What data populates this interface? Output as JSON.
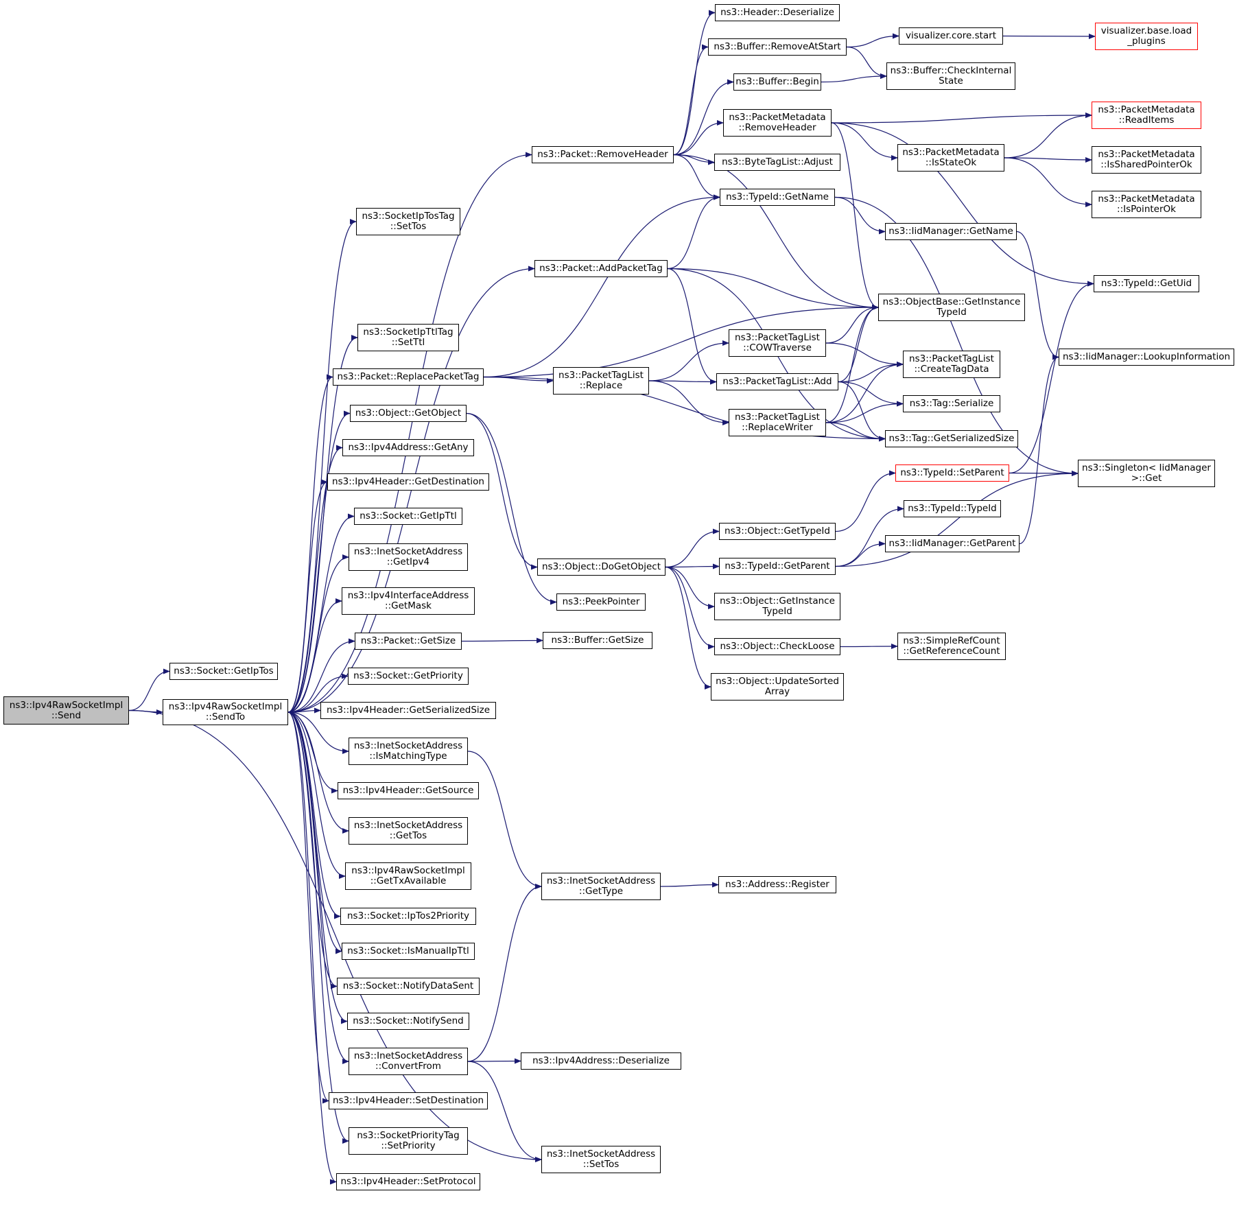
{
  "graph": {
    "edge_color": "#191970",
    "root_fill": "#bfbfbf",
    "truncated_border": "#ff0000",
    "nodes": {
      "send": {
        "lines": [
          "ns3::Ipv4RawSocketImpl",
          "::Send"
        ],
        "root": true
      },
      "getIpTos": {
        "lines": [
          "ns3::Socket::GetIpTos"
        ]
      },
      "sendTo": {
        "lines": [
          "ns3::Ipv4RawSocketImpl",
          "::SendTo"
        ]
      },
      "tosTagSetTos": {
        "lines": [
          "ns3::SocketIpTosTag",
          "::SetTos"
        ]
      },
      "ttlTagSetTtl": {
        "lines": [
          "ns3::SocketIpTtlTag",
          "::SetTtl"
        ]
      },
      "replacePacketTag": {
        "lines": [
          "ns3::Packet::ReplacePacketTag"
        ]
      },
      "getObject": {
        "lines": [
          "ns3::Object::GetObject"
        ]
      },
      "ipv4GetAny": {
        "lines": [
          "ns3::Ipv4Address::GetAny"
        ]
      },
      "hdrGetDestination": {
        "lines": [
          "ns3::Ipv4Header::GetDestination"
        ]
      },
      "sockGetIpTtl": {
        "lines": [
          "ns3::Socket::GetIpTtl"
        ]
      },
      "inetGetIpv4": {
        "lines": [
          "ns3::InetSocketAddress",
          "::GetIpv4"
        ]
      },
      "ifaceGetMask": {
        "lines": [
          "ns3::Ipv4InterfaceAddress",
          "::GetMask"
        ]
      },
      "pktGetSize": {
        "lines": [
          "ns3::Packet::GetSize"
        ]
      },
      "sockGetPriority": {
        "lines": [
          "ns3::Socket::GetPriority"
        ]
      },
      "hdrGetSerializedSize": {
        "lines": [
          "ns3::Ipv4Header::GetSerializedSize"
        ]
      },
      "inetIsMatchingType": {
        "lines": [
          "ns3::InetSocketAddress",
          "::IsMatchingType"
        ]
      },
      "hdrGetSource": {
        "lines": [
          "ns3::Ipv4Header::GetSource"
        ]
      },
      "inetGetTos": {
        "lines": [
          "ns3::InetSocketAddress",
          "::GetTos"
        ]
      },
      "rawGetTxAvailable": {
        "lines": [
          "ns3::Ipv4RawSocketImpl",
          "::GetTxAvailable"
        ]
      },
      "ipTos2Priority": {
        "lines": [
          "ns3::Socket::IpTos2Priority"
        ]
      },
      "isManualIpTtl": {
        "lines": [
          "ns3::Socket::IsManualIpTtl"
        ]
      },
      "notifyDataSent": {
        "lines": [
          "ns3::Socket::NotifyDataSent"
        ]
      },
      "notifySend": {
        "lines": [
          "ns3::Socket::NotifySend"
        ]
      },
      "inetConvertFrom": {
        "lines": [
          "ns3::InetSocketAddress",
          "::ConvertFrom"
        ]
      },
      "hdrSetDestination": {
        "lines": [
          "ns3::Ipv4Header::SetDestination"
        ]
      },
      "prioTagSetPriority": {
        "lines": [
          "ns3::SocketPriorityTag",
          "::SetPriority"
        ]
      },
      "hdrSetProtocol": {
        "lines": [
          "ns3::Ipv4Header::SetProtocol"
        ]
      },
      "removeHeader": {
        "lines": [
          "ns3::Packet::RemoveHeader"
        ]
      },
      "addPacketTag": {
        "lines": [
          "ns3::Packet::AddPacketTag"
        ]
      },
      "ptlReplace": {
        "lines": [
          "ns3::PacketTagList",
          "::Replace"
        ]
      },
      "doGetObject": {
        "lines": [
          "ns3::Object::DoGetObject"
        ]
      },
      "peekPointer": {
        "lines": [
          "ns3::PeekPointer"
        ]
      },
      "bufGetSize": {
        "lines": [
          "ns3::Buffer::GetSize"
        ]
      },
      "inetGetType": {
        "lines": [
          "ns3::InetSocketAddress",
          "::GetType"
        ]
      },
      "ipv4Deserialize": {
        "lines": [
          "ns3::Ipv4Address::Deserialize"
        ]
      },
      "inetSetTos": {
        "lines": [
          "ns3::InetSocketAddress",
          "::SetTos"
        ]
      },
      "headerDeserialize": {
        "lines": [
          "ns3::Header::Deserialize"
        ]
      },
      "bufRemoveAtStart": {
        "lines": [
          "ns3::Buffer::RemoveAtStart"
        ]
      },
      "bufBegin": {
        "lines": [
          "ns3::Buffer::Begin"
        ]
      },
      "pmRemoveHeader": {
        "lines": [
          "ns3::PacketMetadata",
          "::RemoveHeader"
        ]
      },
      "btlAdjust": {
        "lines": [
          "ns3::ByteTagList::Adjust"
        ]
      },
      "typeIdGetName": {
        "lines": [
          "ns3::TypeId::GetName"
        ]
      },
      "ptlCowTraverse": {
        "lines": [
          "ns3::PacketTagList",
          "::COWTraverse"
        ]
      },
      "ptlAdd": {
        "lines": [
          "ns3::PacketTagList::Add"
        ]
      },
      "ptlReplaceWriter": {
        "lines": [
          "ns3::PacketTagList",
          "::ReplaceWriter"
        ]
      },
      "objGetTypeId": {
        "lines": [
          "ns3::Object::GetTypeId"
        ]
      },
      "typeIdGetParent": {
        "lines": [
          "ns3::TypeId::GetParent"
        ]
      },
      "objGetInstanceTypeId": {
        "lines": [
          "ns3::Object::GetInstance",
          "TypeId"
        ]
      },
      "objCheckLoose": {
        "lines": [
          "ns3::Object::CheckLoose"
        ]
      },
      "objUpdateSortedArray": {
        "lines": [
          "ns3::Object::UpdateSorted",
          "Array"
        ]
      },
      "addrRegister": {
        "lines": [
          "ns3::Address::Register"
        ]
      },
      "vizCoreStart": {
        "lines": [
          "visualizer.core.start"
        ]
      },
      "bufCheckInternalState": {
        "lines": [
          "ns3::Buffer::CheckInternal",
          "State"
        ]
      },
      "pmIsStateOk": {
        "lines": [
          "ns3::PacketMetadata",
          "::IsStateOk"
        ]
      },
      "iidGetName": {
        "lines": [
          "ns3::IidManager::GetName"
        ]
      },
      "obGetInstanceTypeId": {
        "lines": [
          "ns3::ObjectBase::GetInstance",
          "TypeId"
        ]
      },
      "ptlCreateTagData": {
        "lines": [
          "ns3::PacketTagList",
          "::CreateTagData"
        ]
      },
      "tagSerialize": {
        "lines": [
          "ns3::Tag::Serialize"
        ]
      },
      "tagGetSerializedSize": {
        "lines": [
          "ns3::Tag::GetSerializedSize"
        ]
      },
      "typeIdSetParent": {
        "lines": [
          "ns3::TypeId::SetParent"
        ],
        "truncated": true
      },
      "typeIdTypeId": {
        "lines": [
          "ns3::TypeId::TypeId"
        ]
      },
      "iidGetParent": {
        "lines": [
          "ns3::IidManager::GetParent"
        ]
      },
      "srcGetReferenceCount": {
        "lines": [
          "ns3::SimpleRefCount",
          "::GetReferenceCount"
        ]
      },
      "vizLoadPlugins": {
        "lines": [
          "visualizer.base.load",
          "_plugins"
        ],
        "truncated": true
      },
      "pmReadItems": {
        "lines": [
          "ns3::PacketMetadata",
          "::ReadItems"
        ],
        "truncated": true
      },
      "pmIsSharedPointerOk": {
        "lines": [
          "ns3::PacketMetadata",
          "::IsSharedPointerOk"
        ]
      },
      "pmIsPointerOk": {
        "lines": [
          "ns3::PacketMetadata",
          "::IsPointerOk"
        ]
      },
      "typeIdGetUid": {
        "lines": [
          "ns3::TypeId::GetUid"
        ]
      },
      "iidLookupInformation": {
        "lines": [
          "ns3::IidManager::LookupInformation"
        ]
      },
      "singletonGet": {
        "lines": [
          "ns3::Singleton< IidManager",
          ">::Get"
        ]
      }
    },
    "edges": [
      [
        "send",
        "getIpTos"
      ],
      [
        "send",
        "sendTo"
      ],
      [
        "send",
        "inetSetTos"
      ],
      [
        "sendTo",
        "removeHeader"
      ],
      [
        "sendTo",
        "tosTagSetTos"
      ],
      [
        "sendTo",
        "addPacketTag"
      ],
      [
        "sendTo",
        "ttlTagSetTtl"
      ],
      [
        "sendTo",
        "replacePacketTag"
      ],
      [
        "sendTo",
        "getObject"
      ],
      [
        "sendTo",
        "ipv4GetAny"
      ],
      [
        "sendTo",
        "hdrGetDestination"
      ],
      [
        "sendTo",
        "sockGetIpTtl"
      ],
      [
        "sendTo",
        "inetGetIpv4"
      ],
      [
        "sendTo",
        "ifaceGetMask"
      ],
      [
        "sendTo",
        "pktGetSize"
      ],
      [
        "sendTo",
        "sockGetPriority"
      ],
      [
        "sendTo",
        "hdrGetSerializedSize"
      ],
      [
        "sendTo",
        "inetIsMatchingType"
      ],
      [
        "sendTo",
        "hdrGetSource"
      ],
      [
        "sendTo",
        "inetGetTos"
      ],
      [
        "sendTo",
        "rawGetTxAvailable"
      ],
      [
        "sendTo",
        "ipTos2Priority"
      ],
      [
        "sendTo",
        "isManualIpTtl"
      ],
      [
        "sendTo",
        "notifyDataSent"
      ],
      [
        "sendTo",
        "notifySend"
      ],
      [
        "sendTo",
        "inetConvertFrom"
      ],
      [
        "sendTo",
        "hdrSetDestination"
      ],
      [
        "sendTo",
        "prioTagSetPriority"
      ],
      [
        "sendTo",
        "hdrSetProtocol"
      ],
      [
        "removeHeader",
        "headerDeserialize"
      ],
      [
        "removeHeader",
        "bufRemoveAtStart"
      ],
      [
        "removeHeader",
        "bufBegin"
      ],
      [
        "removeHeader",
        "pmRemoveHeader"
      ],
      [
        "removeHeader",
        "btlAdjust"
      ],
      [
        "removeHeader",
        "typeIdGetName"
      ],
      [
        "removeHeader",
        "obGetInstanceTypeId"
      ],
      [
        "bufRemoveAtStart",
        "vizCoreStart"
      ],
      [
        "bufRemoveAtStart",
        "bufCheckInternalState"
      ],
      [
        "bufBegin",
        "bufCheckInternalState"
      ],
      [
        "vizCoreStart",
        "vizLoadPlugins"
      ],
      [
        "pmRemoveHeader",
        "pmReadItems"
      ],
      [
        "pmRemoveHeader",
        "pmIsStateOk"
      ],
      [
        "pmRemoveHeader",
        "obGetInstanceTypeId"
      ],
      [
        "pmRemoveHeader",
        "typeIdGetUid"
      ],
      [
        "pmIsStateOk",
        "pmReadItems"
      ],
      [
        "pmIsStateOk",
        "pmIsSharedPointerOk"
      ],
      [
        "pmIsStateOk",
        "pmIsPointerOk"
      ],
      [
        "typeIdGetName",
        "iidGetName"
      ],
      [
        "typeIdGetName",
        "singletonGet"
      ],
      [
        "iidGetName",
        "iidLookupInformation"
      ],
      [
        "addPacketTag",
        "typeIdGetName"
      ],
      [
        "addPacketTag",
        "obGetInstanceTypeId"
      ],
      [
        "addPacketTag",
        "ptlAdd"
      ],
      [
        "addPacketTag",
        "tagGetSerializedSize"
      ],
      [
        "replacePacketTag",
        "typeIdGetName"
      ],
      [
        "replacePacketTag",
        "obGetInstanceTypeId"
      ],
      [
        "replacePacketTag",
        "ptlReplace"
      ],
      [
        "replacePacketTag",
        "tagGetSerializedSize"
      ],
      [
        "ptlReplace",
        "ptlCowTraverse"
      ],
      [
        "ptlReplace",
        "ptlAdd"
      ],
      [
        "ptlReplace",
        "ptlReplaceWriter"
      ],
      [
        "ptlCowTraverse",
        "obGetInstanceTypeId"
      ],
      [
        "ptlCowTraverse",
        "ptlCreateTagData"
      ],
      [
        "ptlAdd",
        "obGetInstanceTypeId"
      ],
      [
        "ptlAdd",
        "ptlCreateTagData"
      ],
      [
        "ptlAdd",
        "tagSerialize"
      ],
      [
        "ptlAdd",
        "tagGetSerializedSize"
      ],
      [
        "ptlReplaceWriter",
        "obGetInstanceTypeId"
      ],
      [
        "ptlReplaceWriter",
        "ptlCreateTagData"
      ],
      [
        "ptlReplaceWriter",
        "tagSerialize"
      ],
      [
        "ptlReplaceWriter",
        "tagGetSerializedSize"
      ],
      [
        "getObject",
        "doGetObject"
      ],
      [
        "getObject",
        "peekPointer"
      ],
      [
        "doGetObject",
        "objGetTypeId"
      ],
      [
        "doGetObject",
        "typeIdGetParent"
      ],
      [
        "doGetObject",
        "objGetInstanceTypeId"
      ],
      [
        "doGetObject",
        "objCheckLoose"
      ],
      [
        "doGetObject",
        "objUpdateSortedArray"
      ],
      [
        "objGetTypeId",
        "typeIdSetParent"
      ],
      [
        "typeIdSetParent",
        "typeIdGetUid"
      ],
      [
        "typeIdSetParent",
        "singletonGet"
      ],
      [
        "typeIdGetParent",
        "typeIdTypeId"
      ],
      [
        "typeIdGetParent",
        "iidGetParent"
      ],
      [
        "typeIdGetParent",
        "singletonGet"
      ],
      [
        "iidGetParent",
        "iidLookupInformation"
      ],
      [
        "objCheckLoose",
        "srcGetReferenceCount"
      ],
      [
        "pktGetSize",
        "bufGetSize"
      ],
      [
        "inetIsMatchingType",
        "inetGetType"
      ],
      [
        "inetConvertFrom",
        "inetGetType"
      ],
      [
        "inetConvertFrom",
        "ipv4Deserialize"
      ],
      [
        "inetConvertFrom",
        "inetSetTos"
      ],
      [
        "inetGetType",
        "addrRegister"
      ]
    ]
  }
}
